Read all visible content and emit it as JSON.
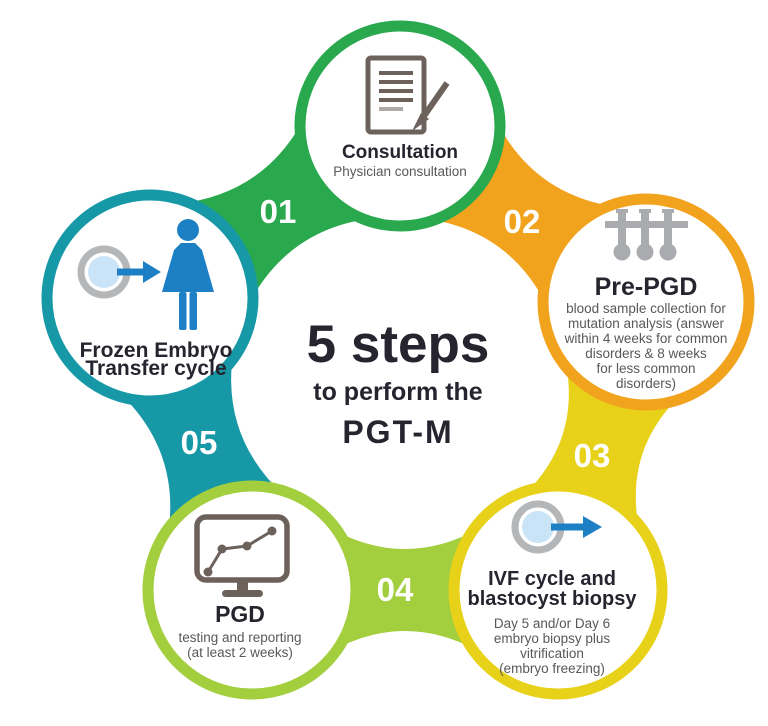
{
  "center": {
    "heading": "5 steps",
    "subheading": "to perform the",
    "program": "PGT-M"
  },
  "colors": {
    "green": "#2aa84e",
    "orange": "#f2a31d",
    "yellow": "#e7d119",
    "lime": "#a3ce3e",
    "teal": "#1798a6",
    "heading": "#26242e",
    "subtext": "#57585a",
    "icon_outline": "#6d615c",
    "icon_outline_light": "#b0aaa6",
    "icon_gray": "#a9abae",
    "icon_ring": "#b4b6b8",
    "icon_cell": "#c9e3f7",
    "icon_blue": "#1e80c4",
    "number_white": "#ffffff"
  },
  "steps": [
    {
      "number": "01",
      "color": "#2aa84e",
      "icon": "document-pen-icon",
      "title": [
        "Consultation"
      ],
      "sub": [
        "Physician consultation"
      ]
    },
    {
      "number": "02",
      "color": "#f2a31d",
      "icon": "test-tubes-icon",
      "title": [
        "Pre-PGD"
      ],
      "sub": [
        "blood sample collection for",
        "mutation analysis (answer",
        "within 4 weeks for common",
        "disorders & 8 weeks",
        "for less common",
        "disorders)"
      ]
    },
    {
      "number": "03",
      "color": "#e7d119",
      "icon": "blastocyst-arrow-icon",
      "title": [
        "IVF cycle and",
        "blastocyst biopsy"
      ],
      "sub": [
        "Day 5 and/or Day 6",
        "embryo biopsy plus",
        "vitrification",
        "(embryo freezing)"
      ]
    },
    {
      "number": "04",
      "color": "#a3ce3e",
      "icon": "monitor-chart-icon",
      "title": [
        "PGD"
      ],
      "sub": [
        "testing and reporting",
        "(at least 2 weeks)"
      ]
    },
    {
      "number": "05",
      "color": "#1798a6",
      "icon": "embryo-transfer-icon",
      "title": [
        "Frozen Embryo",
        "Transfer cycle"
      ],
      "sub": []
    }
  ]
}
